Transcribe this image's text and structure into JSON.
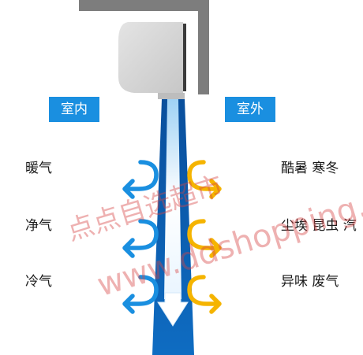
{
  "indoor_label": "室内",
  "outdoor_label": "室外",
  "left_items": [
    "暖气",
    "净气",
    "冷气"
  ],
  "right_items": [
    "酷暑 寒冬",
    "尘埃 昆虫 汽",
    "异味 废气"
  ],
  "watermark": {
    "line1": "点点自选超市",
    "line2": "www.ddshopping.cn"
  },
  "colors": {
    "indoor_blue": "#1a8fe0",
    "outdoor_yellow": "#f5b400",
    "duct_dark": "#0d5fb0",
    "wall_gray": "#7d7d7d",
    "unit_gray": "#d6d6d6"
  }
}
